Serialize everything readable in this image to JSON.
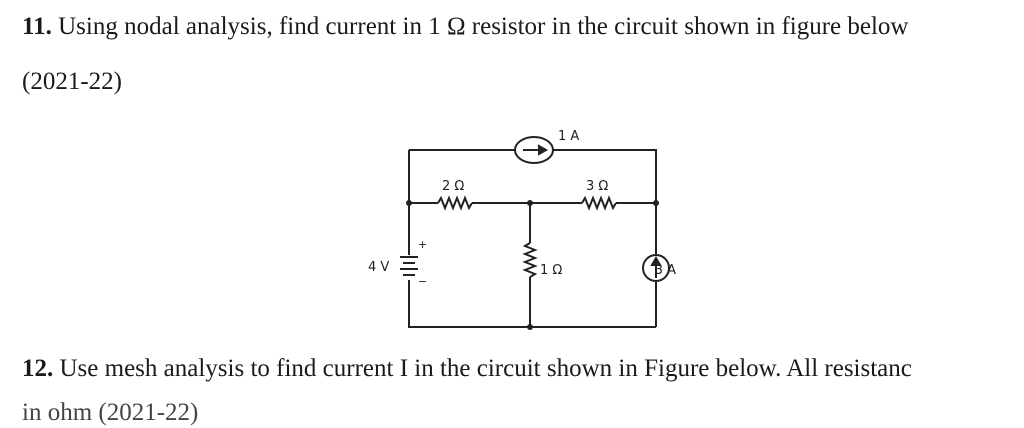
{
  "question_11": {
    "number": "11.",
    "text": " Using nodal analysis, find current in 1 Ω resistor in the circuit shown in figure below",
    "year": "(2021-22)"
  },
  "circuit": {
    "current_source_top": "1 A",
    "resistor_left_top": "2 Ω",
    "resistor_right_top": "3 Ω",
    "voltage_source": "4 V",
    "voltage_plus": "+",
    "voltage_minus": "−",
    "resistor_middle": "1 Ω",
    "current_source_right": "3 A"
  },
  "question_12": {
    "number": "12.",
    "text": " Use mesh analysis to find current I in the circuit shown in Figure below. All resistanc",
    "partial_next_line": "in ohm (2021-22)"
  }
}
